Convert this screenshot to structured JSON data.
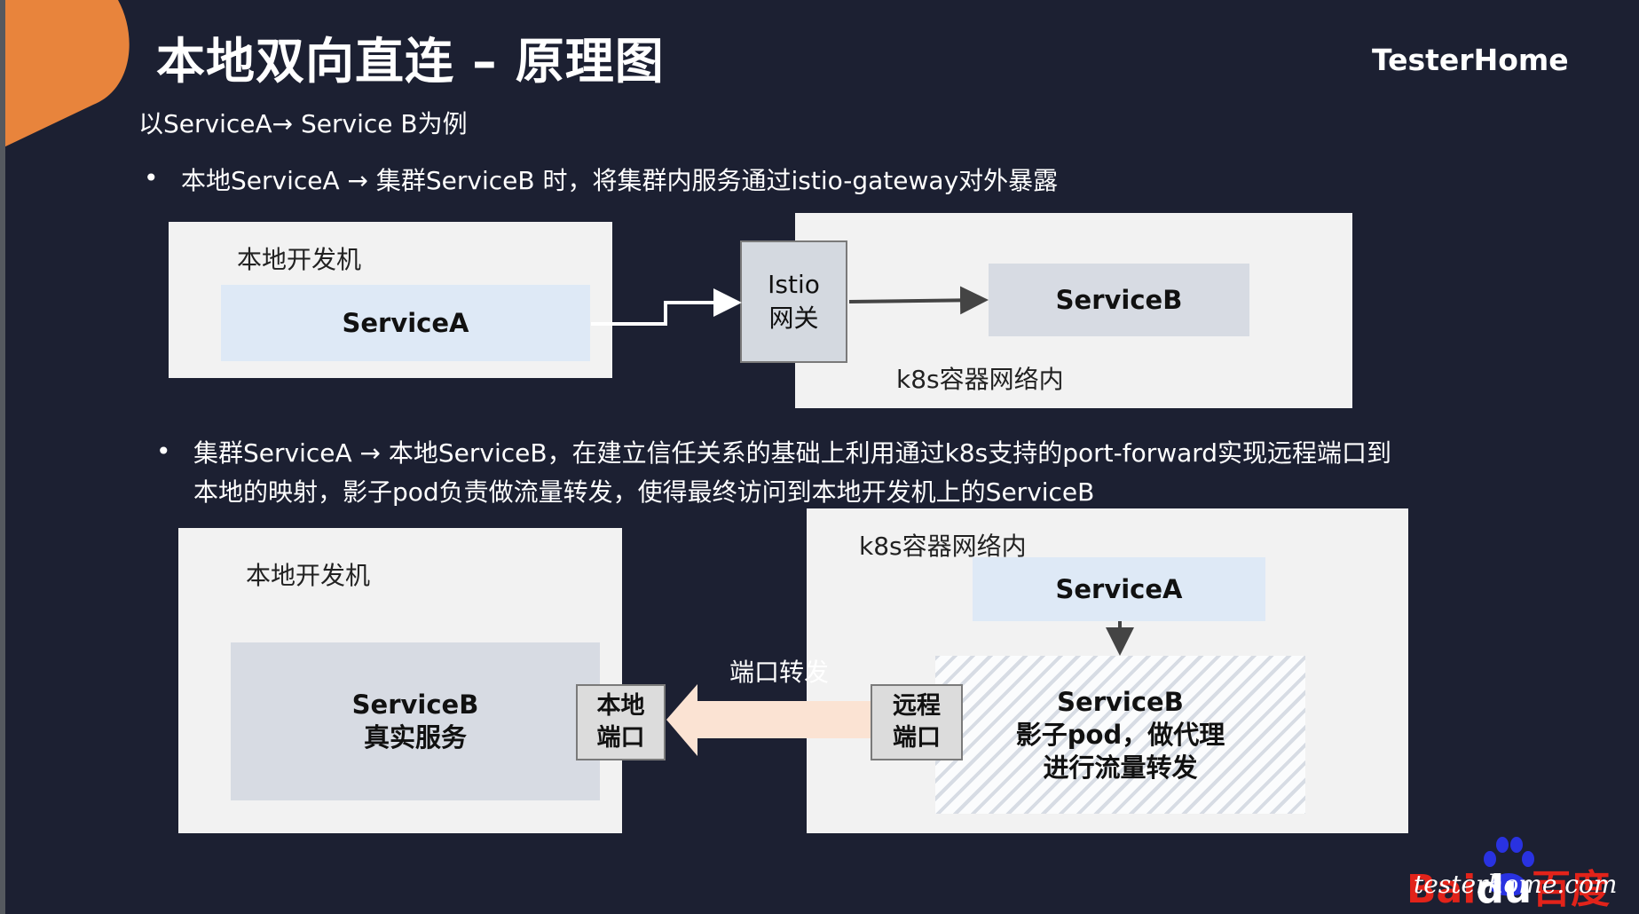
{
  "title": "本地双向直连 – 原理图",
  "brand": "TesterHome",
  "subtitle": "以ServiceA→ Service B为例",
  "bullets": [
    {
      "marker": "•",
      "lines": [
        "本地ServiceA → 集群ServiceB 时，将集群内服务通过istio-gateway对外暴露"
      ]
    },
    {
      "marker": "•",
      "lines": [
        "集群ServiceA → 本地ServiceB，在建立信任关系的基础上利用通过k8s支持的port-forward实现远程端口到",
        "本地的映射，影子pod负责做流量转发，使得最终访问到本地开发机上的ServiceB"
      ]
    }
  ],
  "diagram1": {
    "local_label": "本地开发机",
    "service_a": "ServiceA",
    "istio_lines": [
      "Istio",
      "网关"
    ],
    "service_b": "ServiceB",
    "cluster_label": "k8s容器网络内"
  },
  "diagram2": {
    "local_label": "本地开发机",
    "service_b_lines": [
      "ServiceB",
      "真实服务"
    ],
    "local_port_lines": [
      "本地",
      "端口"
    ],
    "forward_label": "端口转发",
    "remote_port_lines": [
      "远程",
      "端口"
    ],
    "cluster_label": "k8s容器网络内",
    "service_a": "ServiceA",
    "shadow_lines": [
      "ServiceB",
      "影子pod，做代理",
      "进行流量转发"
    ]
  },
  "watermark": {
    "baidu_text": "Bai",
    "baidu_du": "du",
    "baidu_cn": "百度",
    "site": "testerhome.com"
  },
  "colors": {
    "background": "#1c2032",
    "accent_orange": "#e8843c",
    "panel": "#f2f2f2",
    "service_light_blue": "#dee9f6",
    "service_gray": "#d7dbe3",
    "arrow_peach": "#fbe3d3",
    "baidu_red": "#e2231a",
    "baidu_blue": "#2932e1"
  }
}
